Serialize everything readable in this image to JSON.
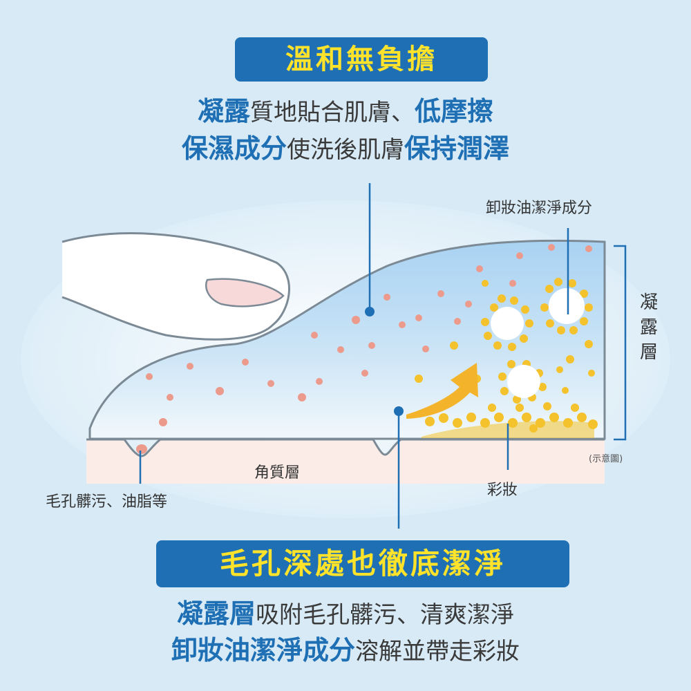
{
  "banner_top": "溫和無負擔",
  "desc_top": {
    "line1": [
      {
        "text": "凝露",
        "em": true
      },
      {
        "text": "質地貼合肌膚、",
        "em": false
      },
      {
        "text": "低摩擦",
        "em": true
      }
    ],
    "line2": [
      {
        "text": "保濕成分",
        "em": true
      },
      {
        "text": "使洗後肌膚",
        "em": false
      },
      {
        "text": "保持潤澤",
        "em": true
      }
    ]
  },
  "labels": {
    "cleanser": "卸妝油潔淨成分",
    "gel_layer": "凝露層",
    "note": "(示意圖)",
    "stratum": "角質層",
    "pore_dirt": "毛孔髒污、油脂等",
    "makeup": "彩妝"
  },
  "banner_bottom": "毛孔深處也徹底潔淨",
  "desc_bottom": {
    "line1": [
      {
        "text": "凝露層",
        "em": true
      },
      {
        "text": "吸附毛孔髒污、清爽潔淨",
        "em": false
      }
    ],
    "line2": [
      {
        "text": "卸妝油潔淨成分",
        "em": true
      },
      {
        "text": "溶解並帶走彩妝",
        "em": false
      }
    ]
  },
  "colors": {
    "brand_blue": "#1f6fb4",
    "banner_text": "#ffe32a",
    "background": "#d7eaf6",
    "pink_dot": "#ec9a8c",
    "yellow_dot": "#f3c22c"
  }
}
